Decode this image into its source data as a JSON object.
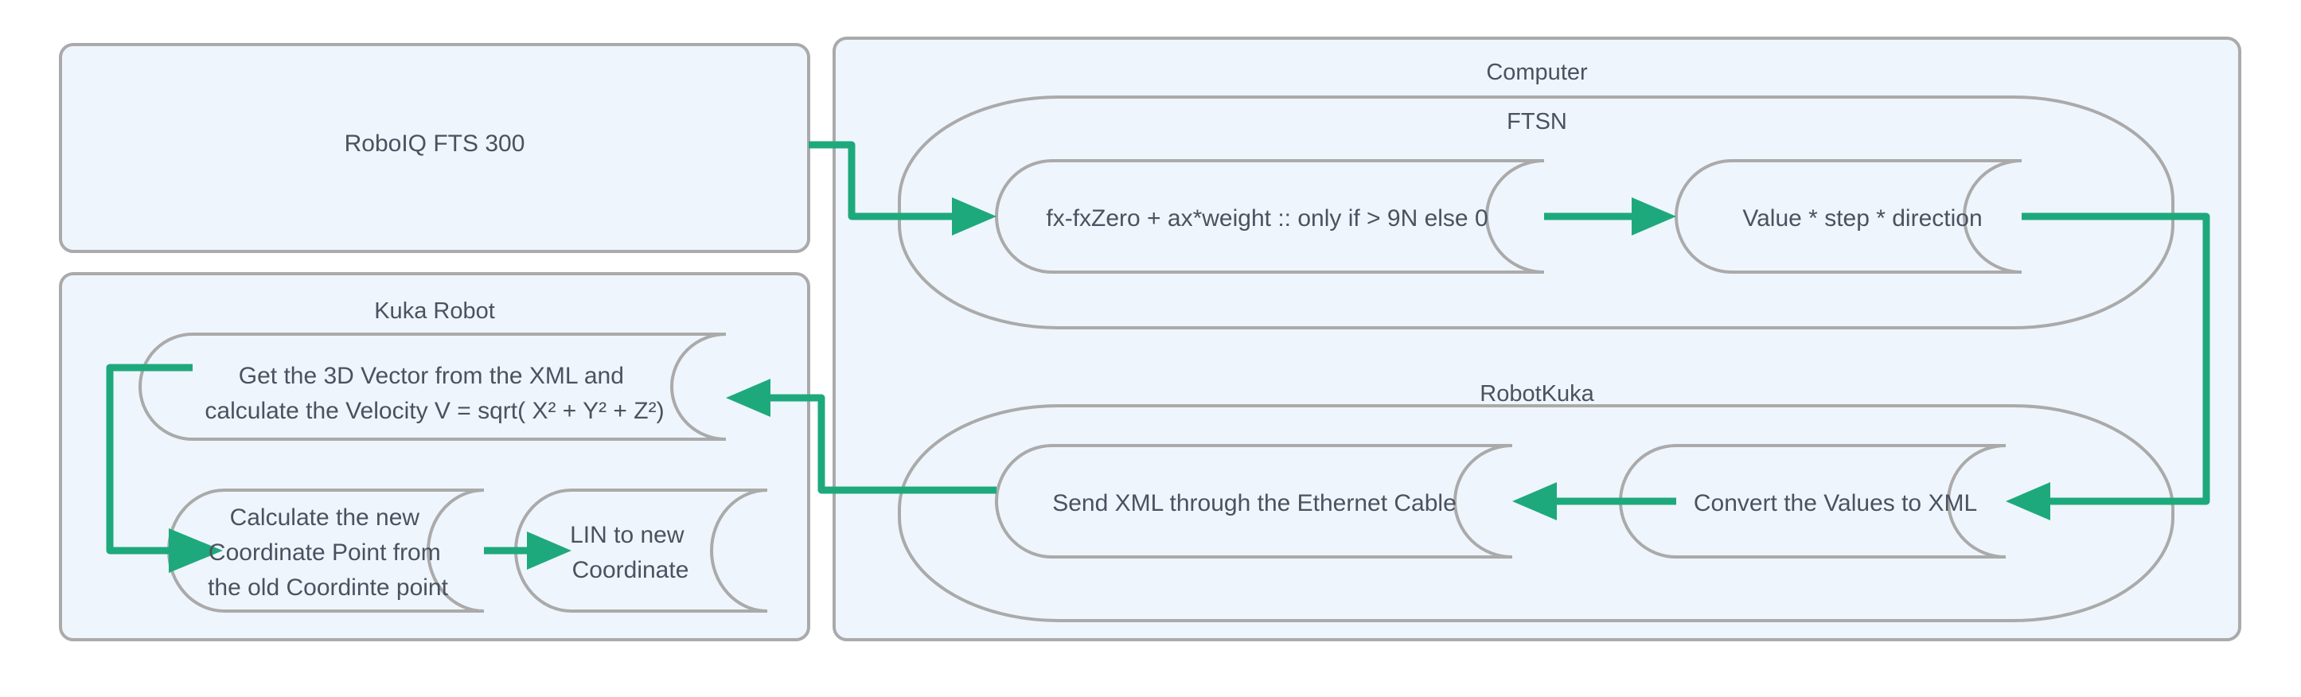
{
  "diagram": {
    "title": "Robot force-to-motion pipeline flowchart",
    "colors": {
      "background": "#ffffff",
      "panel_fill": "#eff5fc",
      "panel_border": "#aaaaaa",
      "edge_green": "#1ea97c",
      "text": "#4a5260"
    }
  },
  "panels": {
    "sensor": {
      "label": "RoboIQ FTS 300"
    },
    "kuka_robot": {
      "label": "Kuka Robot"
    },
    "computer": {
      "label": "Computer"
    }
  },
  "subgroups": {
    "ftsn": {
      "label": "FTSN"
    },
    "robotkuka": {
      "label": "RobotKuka"
    }
  },
  "nodes": {
    "force_calc": {
      "label": "fx-fxZero + ax*weight :: only if > 9N else 0"
    },
    "value_step": {
      "label": "Value * step * direction"
    },
    "convert_xml": {
      "label": "Convert the Values to XML"
    },
    "send_xml": {
      "label": "Send XML through the Ethernet Cable"
    },
    "get_vector": {
      "line1": "Get the 3D Vector from the XML and",
      "line2": "calculate the Velocity V = sqrt( X² + Y² + Z²)"
    },
    "calc_coord": {
      "line1": "Calculate the new",
      "line2": "Coordinate Point from",
      "line3": "the old Coordinte point"
    },
    "lin_move": {
      "line1": "LIN to new",
      "line2": "Coordinate"
    }
  },
  "edges": [
    {
      "name": "sensor-to-force-calc",
      "from": "RoboIQ FTS 300",
      "to": "fx-fxZero + ax*weight :: only if > 9N else 0"
    },
    {
      "name": "force-calc-to-value-step",
      "from": "fx-fxZero + ax*weight :: only if > 9N else 0",
      "to": "Value * step * direction"
    },
    {
      "name": "value-step-to-convert-xml",
      "from": "Value * step * direction",
      "to": "Convert the Values to XML"
    },
    {
      "name": "convert-xml-to-send-xml",
      "from": "Convert the Values to XML",
      "to": "Send XML through the Ethernet Cable"
    },
    {
      "name": "send-xml-to-get-vector",
      "from": "Send XML through the Ethernet Cable",
      "to": "Get the 3D Vector from the XML and calculate the Velocity"
    },
    {
      "name": "get-vector-to-calc-coord",
      "from": "Get the 3D Vector from the XML",
      "to": "Calculate the new Coordinate Point from the old Coordinte point"
    },
    {
      "name": "calc-coord-to-lin",
      "from": "Calculate the new Coordinate Point",
      "to": "LIN to new Coordinate"
    }
  ]
}
